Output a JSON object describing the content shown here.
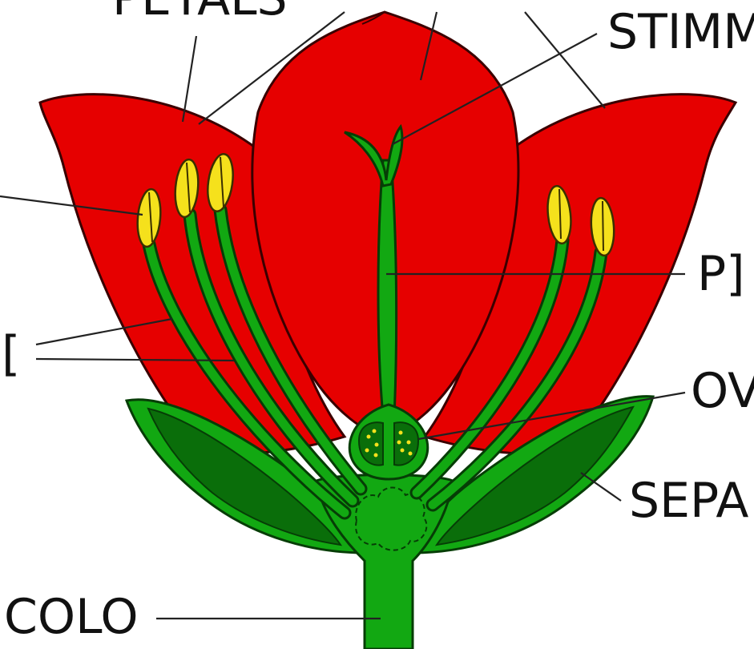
{
  "labels": {
    "petals": "PETALS",
    "stigma": "STIMM",
    "anther_partial": "",
    "filament_partial": "[",
    "pistil": "P]",
    "ovary": "OV",
    "sepals": "SEPA",
    "receptacle": "COLO"
  },
  "colors": {
    "petal": "#e60000",
    "petal_outline": "#3a0000",
    "stem_green": "#12a812",
    "dark_green": "#0a6e0a",
    "outline_green": "#063d06",
    "anther": "#f5e11c",
    "leader_line": "#222222",
    "background": "#ffffff"
  }
}
